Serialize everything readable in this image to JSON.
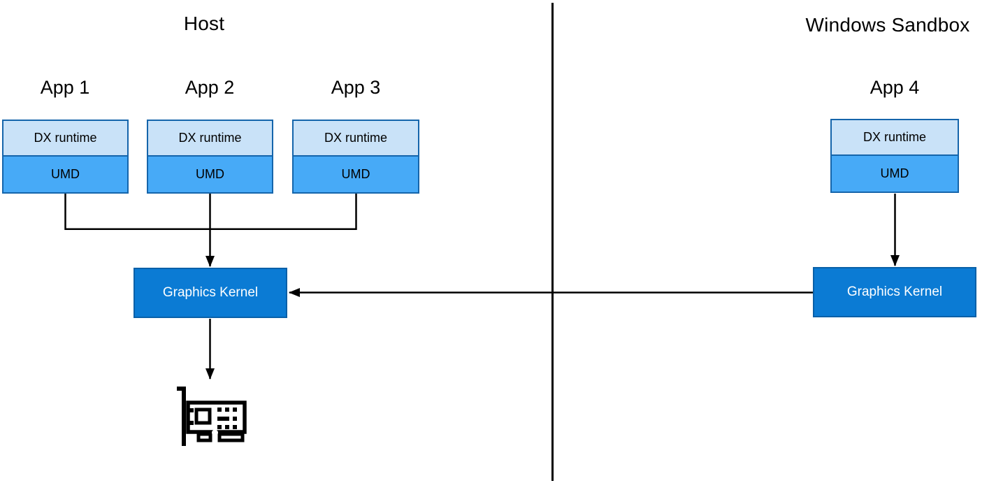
{
  "diagram": {
    "host": {
      "title": "Host"
    },
    "sandbox": {
      "title": "Windows Sandbox"
    }
  },
  "apps": [
    {
      "name": "App 1",
      "layers": {
        "runtime": "DX runtime",
        "driver": "UMD"
      }
    },
    {
      "name": "App 2",
      "layers": {
        "runtime": "DX runtime",
        "driver": "UMD"
      }
    },
    {
      "name": "App 3",
      "layers": {
        "runtime": "DX runtime",
        "driver": "UMD"
      }
    },
    {
      "name": "App 4",
      "layers": {
        "runtime": "DX runtime",
        "driver": "UMD"
      }
    }
  ],
  "kernels": {
    "host": {
      "label": "Graphics Kernel"
    },
    "sandbox": {
      "label": "Graphics Kernel"
    }
  },
  "icons": {
    "gpu": "gpu-card-icon"
  },
  "colors": {
    "background": "#ffffff",
    "text": "#000000",
    "line": "#000000",
    "dx_fill": "#c9e2f8",
    "umd_fill": "#47aaf7",
    "app_border": "#1565ab",
    "kernel_fill": "#0b7bd4",
    "kernel_border": "#0960a8",
    "kernel_text": "#ffffff"
  }
}
